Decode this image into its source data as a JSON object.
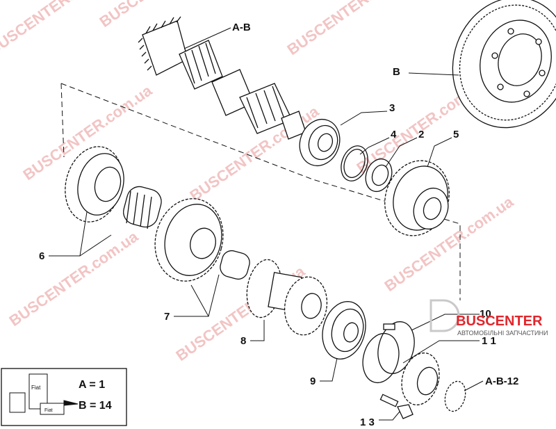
{
  "callouts": {
    "ab": "A-B",
    "b": "B",
    "n3": "3",
    "n4": "4",
    "n2": "2",
    "n5": "5",
    "n6": "6",
    "n7": "7",
    "n8": "8",
    "n9": "9",
    "n10": "10",
    "n11": "1 1",
    "n13": "1 3",
    "ab12": "A-B-12"
  },
  "legend": {
    "a_line": "A = 1",
    "b_line": "B = 14",
    "box_label_1": "Fiat",
    "box_label_2": "Fiat"
  },
  "watermark": {
    "brand": "BUSCENTER",
    "site": "BUSCENTER.com.ua",
    "tagline": "АВТОМОБІЛЬНІ ЗАПЧАСТИНИ"
  },
  "colors": {
    "line": "#111111",
    "watermark": "#f2c4c4",
    "brand_red": "#e1262c"
  }
}
